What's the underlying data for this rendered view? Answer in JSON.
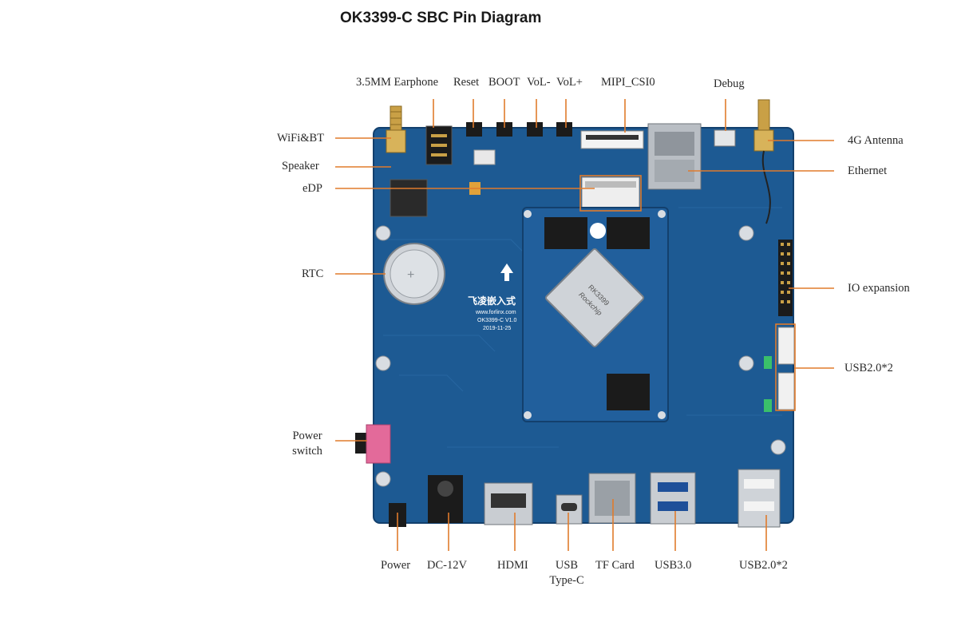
{
  "title": "OK3399-C SBC Pin Diagram",
  "colors": {
    "board": "#1d5a93",
    "board_dark": "#13406d",
    "callout_line": "#e07b2c",
    "metal": "#c9cdd2",
    "chip": "#1b1b1b"
  },
  "board_silkscreen": {
    "brand": "飞凌嵌入式",
    "website": "www.forlinx.com",
    "model": "OK3399-C V1.0",
    "date": "2019-11-25",
    "soc": "RK3399",
    "soc_brand": "Rockchip"
  },
  "callouts": {
    "earphone": "3.5MM Earphone",
    "reset": "Reset",
    "boot": "BOOT",
    "vol_minus": "VoL-",
    "vol_plus": "VoL+",
    "mipi": "MIPI_CSI0",
    "debug": "Debug",
    "wifi": "WiFi&BT",
    "speaker": "Speaker",
    "edp": "eDP",
    "rtc": "RTC",
    "power_switch_line1": "Power",
    "power_switch_line2": "switch",
    "antenna_4g": "4G Antenna",
    "ethernet": "Ethernet",
    "io_expansion": "IO expansion",
    "usb20_right": "USB2.0*2",
    "power": "Power",
    "dc12v": "DC-12V",
    "hdmi": "HDMI",
    "usb_typec_line1": "USB",
    "usb_typec_line2": "Type-C",
    "tf_card": "TF Card",
    "usb30": "USB3.0",
    "usb20_bottom": "USB2.0*2"
  }
}
